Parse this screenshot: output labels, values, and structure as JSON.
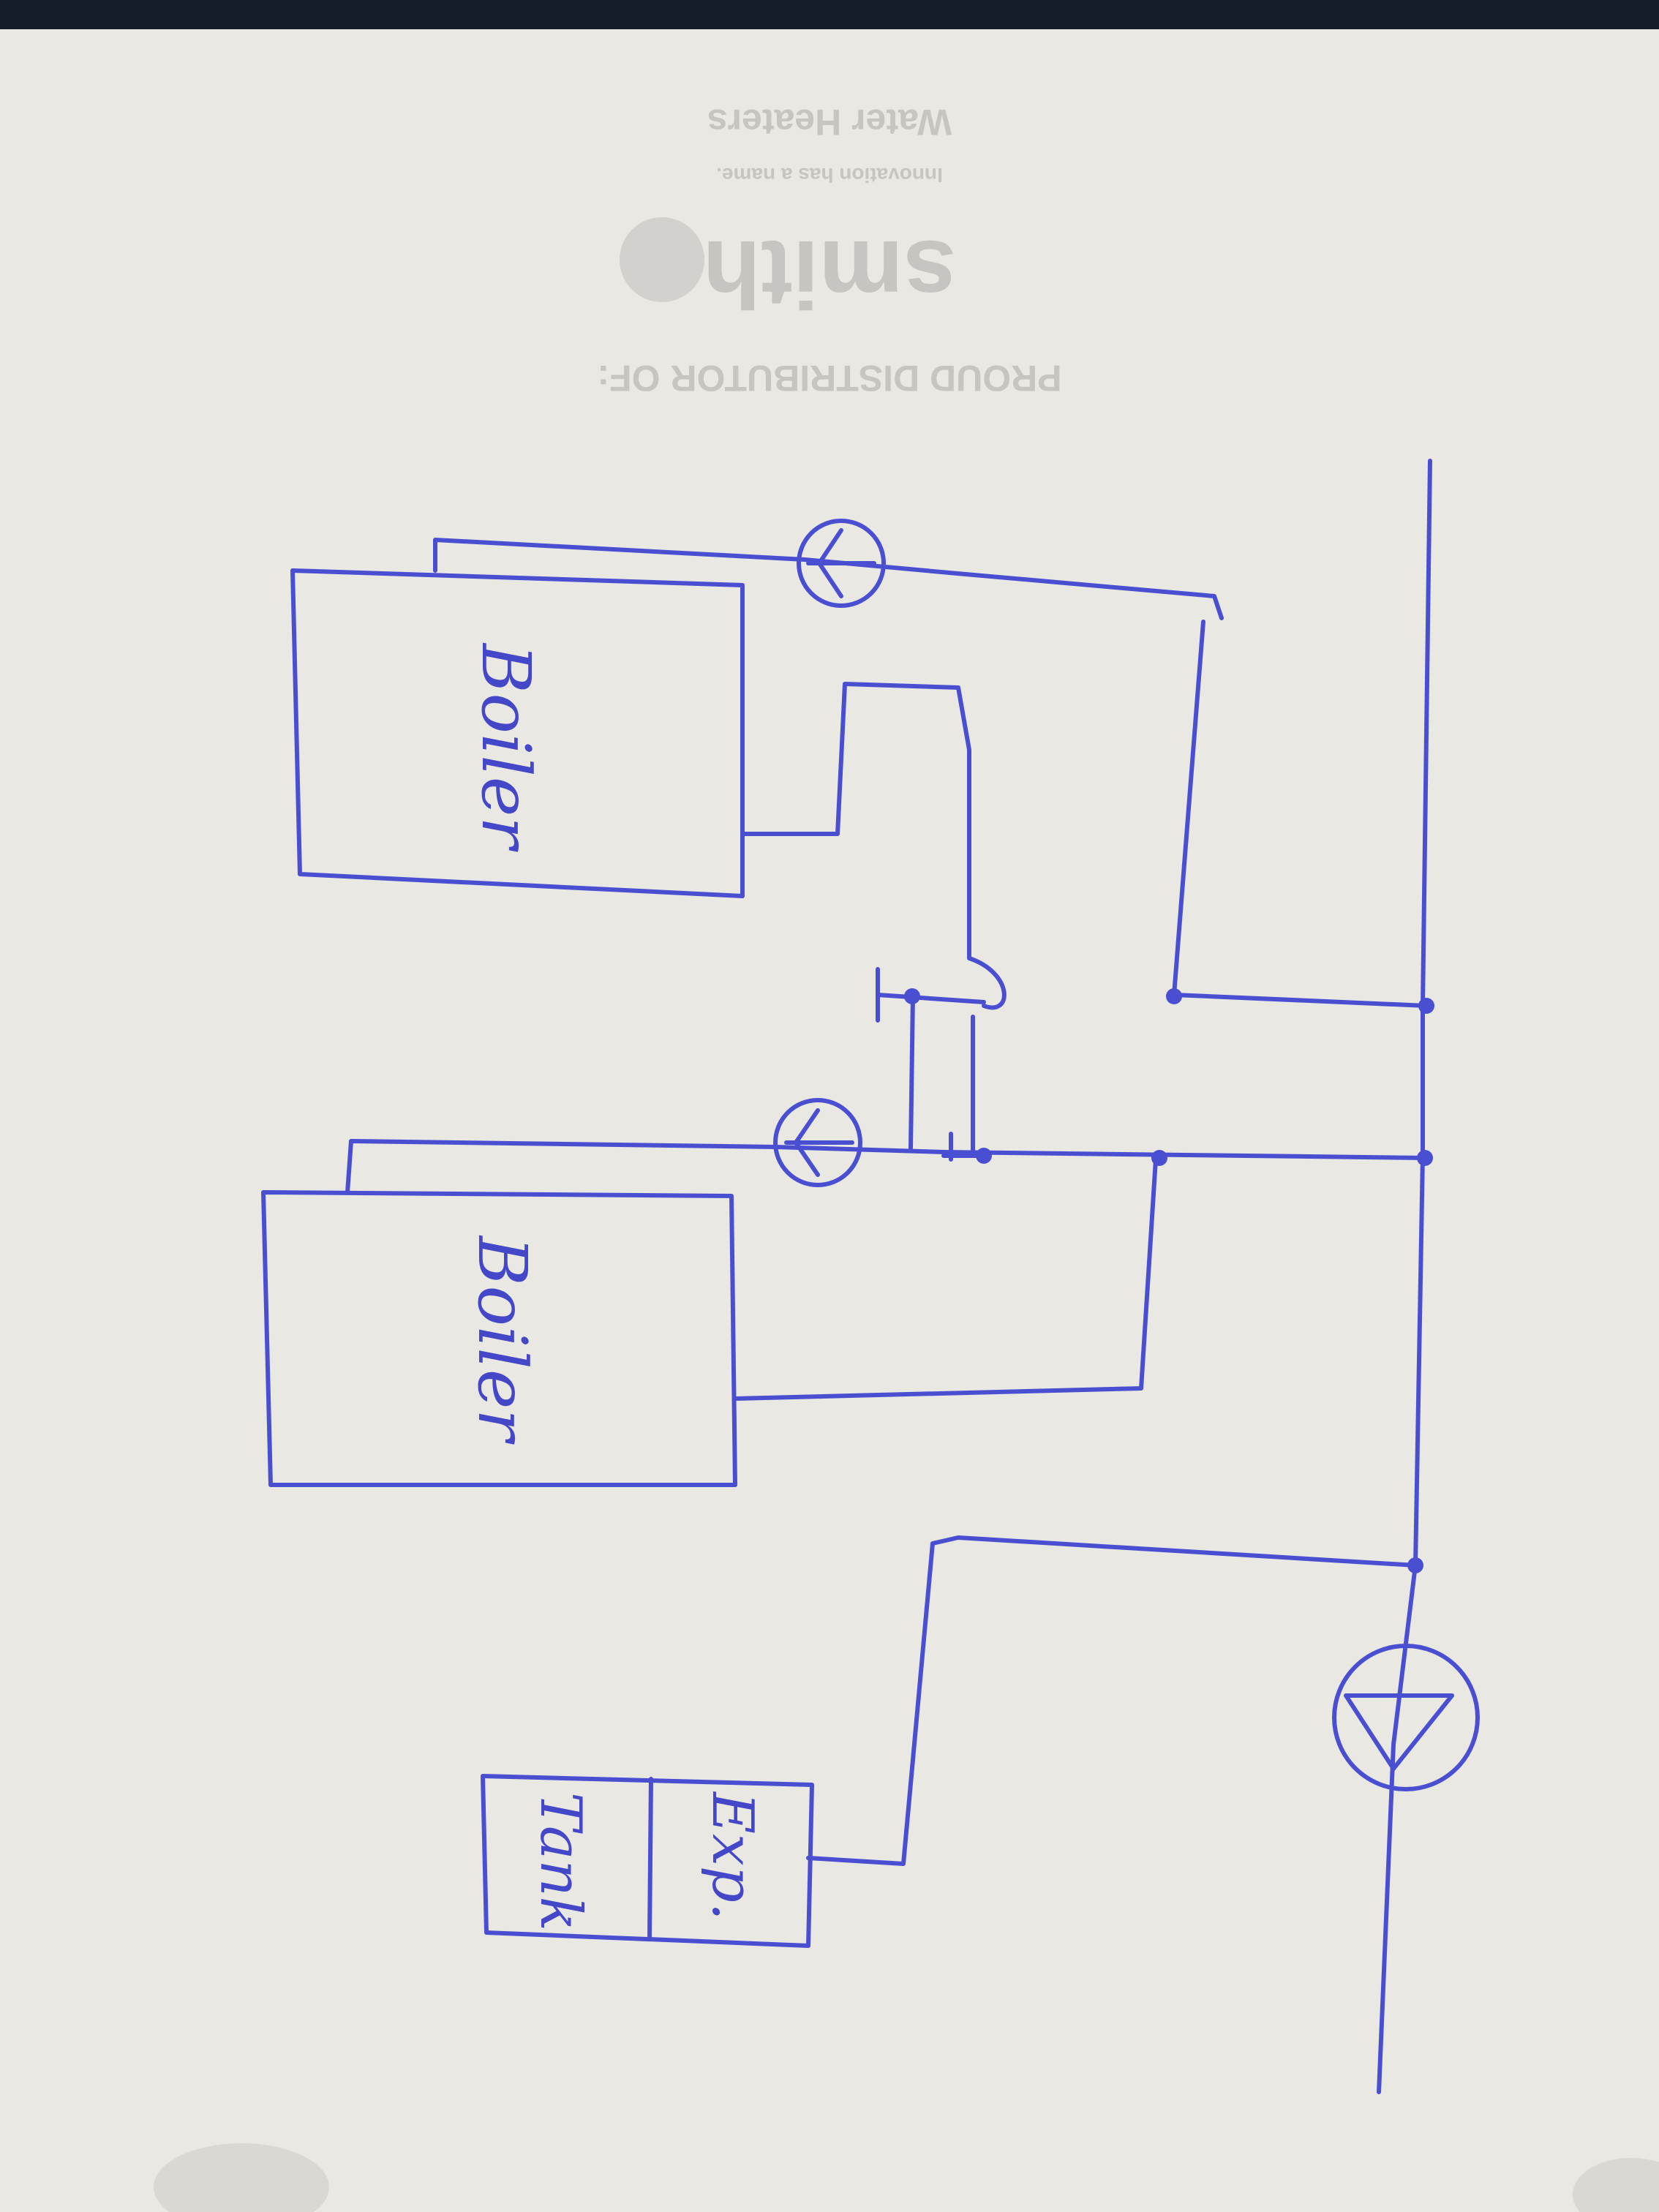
{
  "sheet": {
    "colors": {
      "paper": "#e9e8e3",
      "ink": "#4a4fd2",
      "show_through": "#9c9c98",
      "show_through_red": "#c48a7a"
    },
    "show_through_text": {
      "line1": "Water Heaters",
      "line2": "Innovation has a name.",
      "line3": "smith",
      "line4": "PROUD DISTRIBUTOR OF:"
    }
  },
  "diagram": {
    "boiler_top": {
      "label": "Boiler"
    },
    "boiler_bottom": {
      "label": "Boiler"
    },
    "expansion_tank": {
      "label_line1": "Exp.",
      "label_line2": "Tank"
    },
    "pumps": [
      {
        "id": "pump-top",
        "icon": "pump-symbol"
      },
      {
        "id": "pump-middle",
        "icon": "pump-symbol"
      },
      {
        "id": "pump-main",
        "icon": "pump-symbol"
      }
    ],
    "junctions": 7,
    "orientation": "rotated 90deg clockwise (hand-drawn)"
  }
}
